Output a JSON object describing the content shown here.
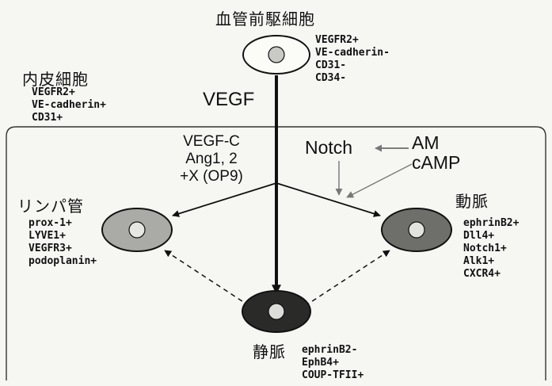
{
  "progenitor": {
    "label": "血管前駆細胞",
    "markers": [
      "VEGFR2+",
      "VE-cadherin-",
      "CD31-",
      "CD34-"
    ]
  },
  "endothelial": {
    "label": "内皮細胞",
    "markers": [
      "VEGFR2+",
      "VE-cadherin+",
      "CD31+"
    ]
  },
  "signals": {
    "vegf": "VEGF",
    "lymph_factors": [
      "VEGF-C",
      "Ang1, 2",
      "+X (OP9)"
    ],
    "notch": "Notch",
    "am": "AM",
    "camp": "cAMP"
  },
  "lymphatic": {
    "label": "リンパ管",
    "markers": [
      "prox-1+",
      "LYVE1+",
      "VEGFR3+",
      "podoplanin+"
    ]
  },
  "artery": {
    "label": "動脈",
    "markers": [
      "ephrinB2+",
      "Dll4+",
      "Notch1+",
      "Alk1+",
      "CXCR4+"
    ]
  },
  "vein": {
    "label": "静脈",
    "markers": [
      "ephrinB2-",
      "EphB4+",
      "COUP-TFII+"
    ]
  }
}
